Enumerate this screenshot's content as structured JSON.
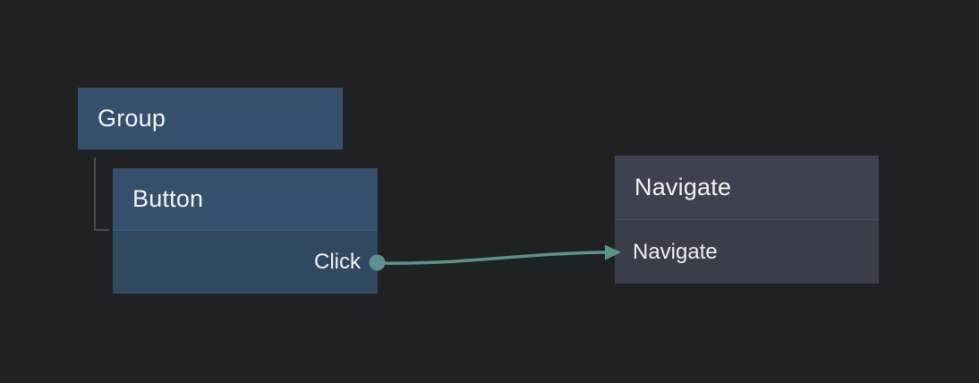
{
  "canvas": {
    "background_color": "#1f2123"
  },
  "nodes": {
    "group": {
      "title": "Group"
    },
    "button": {
      "title": "Button",
      "output_port": {
        "label": "Click"
      }
    },
    "navigate": {
      "title": "Navigate",
      "action_row": {
        "label": "Navigate"
      }
    }
  },
  "hierarchy": {
    "parent": "Group",
    "child": "Button"
  },
  "edge": {
    "source_port": "Click",
    "target_row": "Navigate"
  },
  "colors": {
    "accent_teal": "#5d938d",
    "port_dot": "#5f918c",
    "node_blue_header": "#35506c",
    "node_blue_body": "#304961",
    "node_gray_header": "#3e4250",
    "node_gray_body": "#3a3e49",
    "hierarchy_line": "#4a4b4e",
    "text": "#f2f2f2"
  }
}
